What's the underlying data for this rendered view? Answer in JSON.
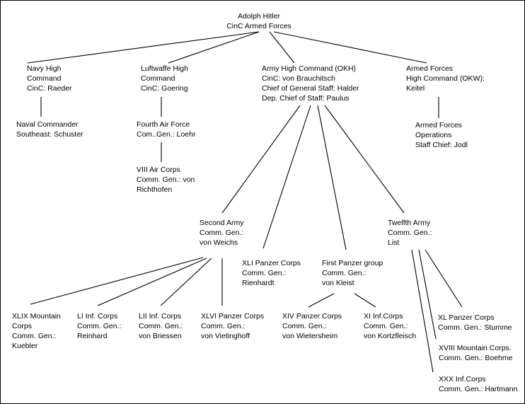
{
  "nodes": {
    "hitler": [
      "Adolph Hitler",
      "CinC Armed Forces"
    ],
    "navy": [
      "Navy High",
      "Command",
      "CinC: Raeder"
    ],
    "luftwaffe": [
      "Luftwaffe High",
      "Command",
      "CinC: Goering"
    ],
    "okh": [
      "Army High Command (OKH)",
      "CinC: von Brauchitsch",
      "Chief of General Staff: Halder",
      "Dep. Chief of Staff: Paulus"
    ],
    "okw": [
      "Armed Forces",
      "High Command (OKW):",
      "Keitel"
    ],
    "naval_se": [
      "Naval Commander",
      "Southeast: Schuster"
    ],
    "fourth_af": [
      "Fourth Air Force",
      "Com..Gen.: Loehr"
    ],
    "viii_air": [
      "VIII Air Corps",
      "Comm. Gen.: von",
      "Richthofen"
    ],
    "afo": [
      "Armed Forces",
      "Operations",
      "Staff Chief: Jodl"
    ],
    "second_army": [
      "Second Army",
      "Comm. Gen.:",
      "von Weichs"
    ],
    "xli": [
      "XLI Panzer Corps",
      "Comm. Gen.:",
      "Rienhardt"
    ],
    "first_pz": [
      "First Panzer group",
      "Comm. Gen.:",
      "von Kleist"
    ],
    "twelfth": [
      "Twelfth Army",
      "Comm. Gen.:",
      "List"
    ],
    "xlix": [
      "XLIX Mountain",
      "Corps",
      "Comm. Gen.:",
      "Kuebler"
    ],
    "li": [
      "LI Inf. Corps",
      "Comm. Gen.:",
      "Reinhard"
    ],
    "lii": [
      "LII Inf. Corps",
      "Comm. Gen.:",
      "von Briessen"
    ],
    "xlvi": [
      "XLVI Panzer Corps",
      "Comm. Gen.:",
      "von Vietinghoff"
    ],
    "xiv": [
      "XIV Panzer Corps",
      "Comm. Gen.:",
      "von Wietersheim"
    ],
    "xi": [
      "XI Inf.Corps",
      "Comm. Gen.:",
      "von Kortzfleisch"
    ],
    "xl": [
      "XL Panzer Corps",
      "Comm. Gen.: Stumme"
    ],
    "xviii": [
      "XVIII Mountain Corps.",
      "Comm. Gen.: Boehme"
    ],
    "xxx": [
      "XXX Inf.Corps",
      "Comm. Gen.: Hartmann"
    ]
  }
}
